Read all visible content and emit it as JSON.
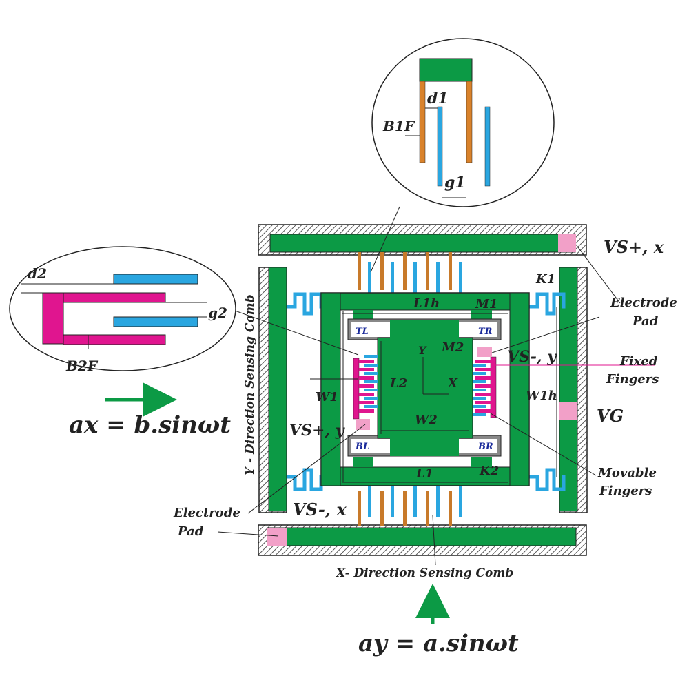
{
  "colors": {
    "green": "#0c9a45",
    "blue": "#2aa6e0",
    "orange": "#d9822b",
    "magenta": "#e0158f",
    "pink": "#f2a0c8",
    "frame": "#555555",
    "inner_label": "#1a2a9a"
  },
  "labels": {
    "vs_plus_x": "VS+, x",
    "vs_minus_y": "VS-, y",
    "vs_plus_y": "VS+, y",
    "vs_minus_x": "VS-, x",
    "vg": "VG",
    "k1": "K1",
    "k2": "K2",
    "m1": "M1",
    "m2": "M2",
    "l1h": "L1h",
    "l1": "L1",
    "l2": "L2",
    "w1": "W1",
    "w1h": "W1h",
    "w2": "W2",
    "axis_x": "X",
    "axis_y": "Y",
    "tl": "TL",
    "tr": "TR",
    "bl": "BL",
    "br": "BR",
    "electrode_pad_right_1": "Electrode",
    "electrode_pad_right_2": "Pad",
    "electrode_pad_left_1": "Electrode",
    "electrode_pad_left_2": "Pad",
    "fixed_fingers_1": "Fixed",
    "fixed_fingers_2": "Fingers",
    "movable_fingers_1": "Movable",
    "movable_fingers_2": "Fingers",
    "y_comb": "Y - Direction  Sensing Comb",
    "x_comb": "X- Direction Sensing Comb",
    "d1": "d1",
    "b1f": "B1F",
    "g1": "g1",
    "d2": "d2",
    "g2": "g2",
    "b2f": "B2F",
    "ax_eq": "ax = b.sinωt",
    "ay_eq": "ay = a.sinωt"
  }
}
